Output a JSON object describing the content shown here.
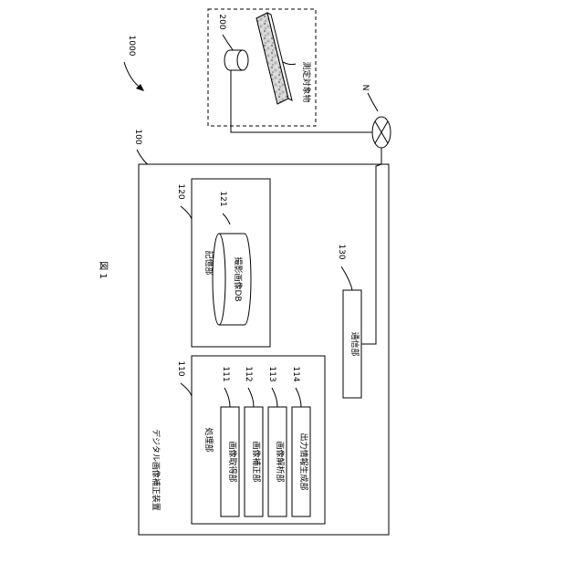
{
  "figure_label": "図 1",
  "system_number": "1000",
  "device": {
    "number": "100",
    "label": "デジタル画像補正装置"
  },
  "processing_unit": {
    "number": "110",
    "label": "処理部"
  },
  "modules": [
    {
      "number": "111",
      "label": "画像取得部"
    },
    {
      "number": "112",
      "label": "画像補正部"
    },
    {
      "number": "113",
      "label": "画像解析部"
    },
    {
      "number": "114",
      "label": "出力情報生成部"
    }
  ],
  "storage_unit": {
    "number": "120",
    "label": "記憶部"
  },
  "database": {
    "number": "121",
    "label": "撮影画像DB"
  },
  "communication_unit": {
    "number": "130",
    "label": "通信部"
  },
  "camera": {
    "number": "200"
  },
  "object": {
    "label": "測定対象物"
  },
  "network": {
    "label": "N"
  }
}
